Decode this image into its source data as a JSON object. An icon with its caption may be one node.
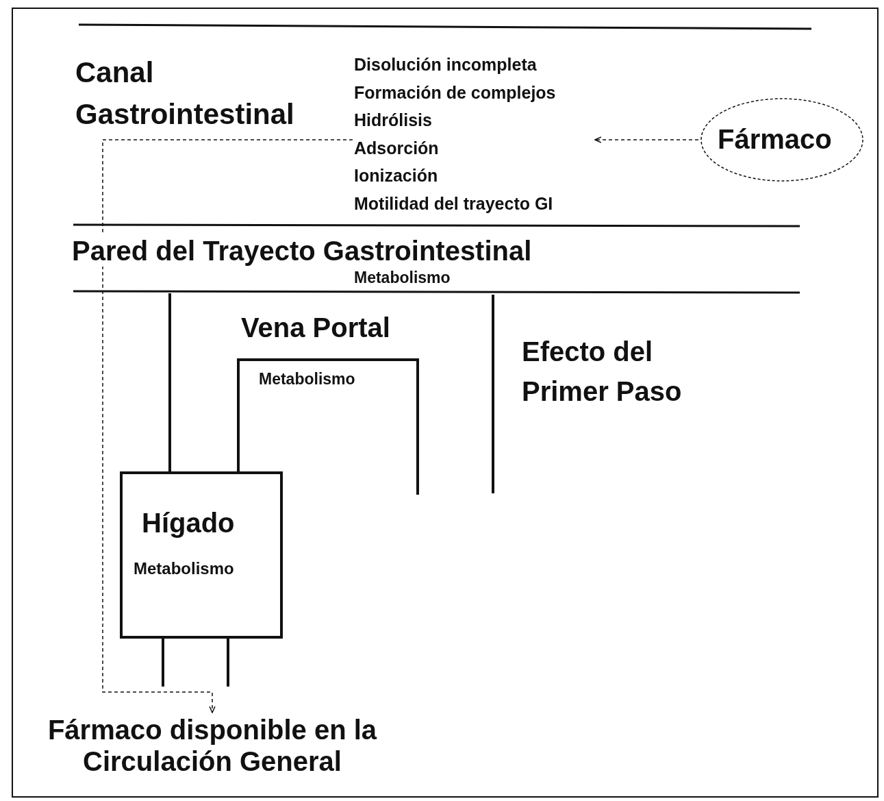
{
  "diagram": {
    "nodes": [
      {
        "text": [
          "Disolución incompleta",
          "Formación de complejos",
          "Hidrólisis",
          "Adsorción",
          "Ionización",
          "Motilidad del trayecto GI"
        ]
      },
      {
        "text": [
          "Fármaco"
        ]
      },
      {
        "text": [
          "Hígado",
          "Metabolismo"
        ]
      },
      {
        "text": [
          "Fármaco disponible en la Circulación General"
        ]
      }
    ],
    "edges": [
      {
        "from": 1,
        "to": 0,
        "arrow": "to",
        "style": "dashed"
      },
      {
        "from": 0,
        "to": 3,
        "arrow": "to",
        "style": "dashed"
      }
    ],
    "labels": [
      "Canal Gastrointestinal",
      "Pared del Trayecto Gastrointestinal",
      "Metabolismo",
      "Vena Portal",
      "Metabolismo",
      "Efecto del Primer Paso"
    ]
  }
}
